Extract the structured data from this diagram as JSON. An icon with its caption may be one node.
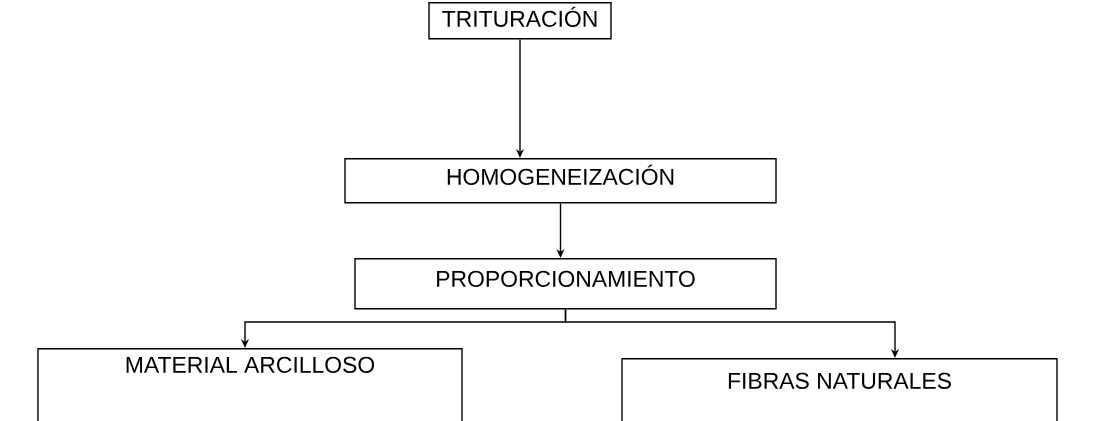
{
  "diagram": {
    "nodes": [
      {
        "text": [
          "TRITURACIÓN"
        ]
      },
      {
        "text": [
          "HOMOGENEIZACIÓN"
        ]
      },
      {
        "text": [
          "PROPORCIONAMIENTO"
        ]
      },
      {
        "text": [
          "MATERIAL ARCILLOSO"
        ]
      },
      {
        "text": [
          "FIBRAS NATURALES"
        ]
      }
    ],
    "edges": [
      {
        "from": 0,
        "to": 1,
        "arrow": "to"
      },
      {
        "from": 1,
        "to": 2,
        "arrow": "to"
      },
      {
        "from": 2,
        "to": 3,
        "arrow": "to"
      },
      {
        "from": 2,
        "to": 4,
        "arrow": "to"
      }
    ]
  }
}
